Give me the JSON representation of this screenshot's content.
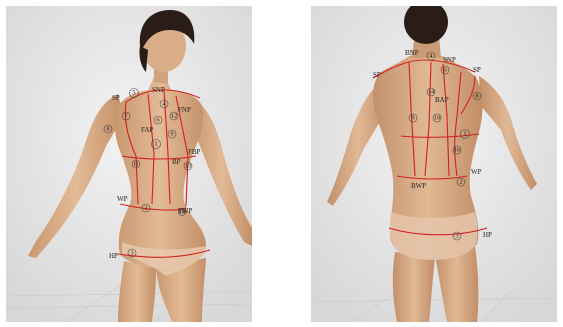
{
  "front": {
    "labels": {
      "sp": "SP",
      "snp": "SNP",
      "fnp": "FNP",
      "fap": "FAP",
      "fbp": "FBP",
      "bp": "BP",
      "wp": "WP",
      "fwp": "FWP",
      "hp": "HP"
    },
    "numbers": {
      "n1": "1",
      "n2": "2",
      "n3": "3",
      "n4": "4",
      "n5": "5",
      "n6": "6",
      "n7": "7",
      "n8": "8",
      "n9": "9",
      "n10": "10",
      "n11": "11",
      "n12": "12",
      "n13": "13"
    }
  },
  "back": {
    "labels": {
      "bnp": "BNP",
      "snp": "SNP",
      "sp_left": "SP",
      "sp_right": "SP",
      "bap": "BAP",
      "wp": "WP",
      "bwp": "BWP",
      "hp": "HP"
    },
    "numbers": {
      "n1": "1",
      "n2": "2",
      "n3": "3",
      "n4": "4",
      "n6": "6",
      "n8": "8",
      "n9": "9",
      "n10": "10",
      "n14": "14",
      "n16": "16"
    }
  },
  "colors": {
    "measure_line": "#d41f1f",
    "skin": "#d9b28f",
    "hair": "#2a1d17",
    "background": "#e9e9e9"
  }
}
